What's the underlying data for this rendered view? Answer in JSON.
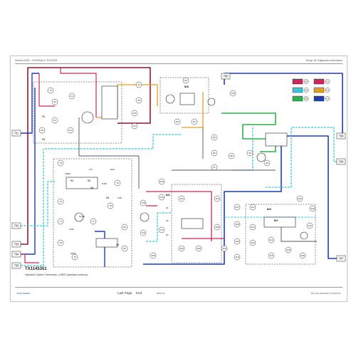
{
  "header": {
    "left": "Section 9025 - HYDRAULIC SYSTEM",
    "right": "Group 15: Diagnostic Information"
  },
  "figure": {
    "id": "TX1145351",
    "caption": "Hydraulic System Schematic—HSDS (standard controls)"
  },
  "nav": {
    "last_page": "Last Page",
    "end": "End"
  },
  "footer": {
    "logo": "JOHN DEERE",
    "page": "9025-15-",
    "right": "TM-1234 (DD/MM/YY) 9025-15-"
  },
  "ports_left": [
    "701",
    "702",
    "703",
    "704",
    "705"
  ],
  "ports_right": [
    "790",
    "797",
    "798",
    "799"
  ],
  "legend": [
    {
      "label": "809",
      "color": "#c8285a"
    },
    {
      "label": "811",
      "color": "#c8285a"
    },
    {
      "label": "810",
      "color": "#38c6d8"
    },
    {
      "label": "812",
      "color": "#e0a020"
    },
    {
      "label": "808",
      "color": "#2bb34a"
    },
    {
      "label": "814",
      "color": "#1f3fae"
    }
  ],
  "components": [
    "94",
    "95",
    "90",
    "93",
    "73",
    "62",
    "61",
    "64",
    "65",
    "69",
    "70",
    "72",
    "74",
    "75",
    "76",
    "77",
    "78",
    "79",
    "80",
    "81",
    "82",
    "83",
    "84",
    "85",
    "86",
    "87",
    "88",
    "96",
    "99",
    "100",
    "101",
    "102",
    "103",
    "104",
    "105",
    "106",
    "107",
    "108",
    "109",
    "110",
    "111",
    "112",
    "113",
    "114",
    "115",
    "229",
    "230",
    "231",
    "232",
    "233",
    "234",
    "716",
    "717",
    "718",
    "719",
    "720"
  ],
  "valve_labels": [
    "B46",
    "B47",
    "B48",
    "B43",
    "V1",
    "V2",
    "V3",
    "V4",
    "V5",
    "Y1",
    "Y2"
  ],
  "line_labels": [
    "STEER",
    "LIFT",
    "SEAT",
    "FILTER",
    "CASE",
    "DRAIN",
    "PUMP",
    "TANK",
    "W1",
    "W2",
    "W3"
  ],
  "colors": {
    "red": "#c8285a",
    "dark_red": "#8c1a2a",
    "cyan": "#38c6d8",
    "blue": "#1f3fae",
    "green": "#2bb34a",
    "orange": "#e0a020",
    "black": "#222222"
  }
}
